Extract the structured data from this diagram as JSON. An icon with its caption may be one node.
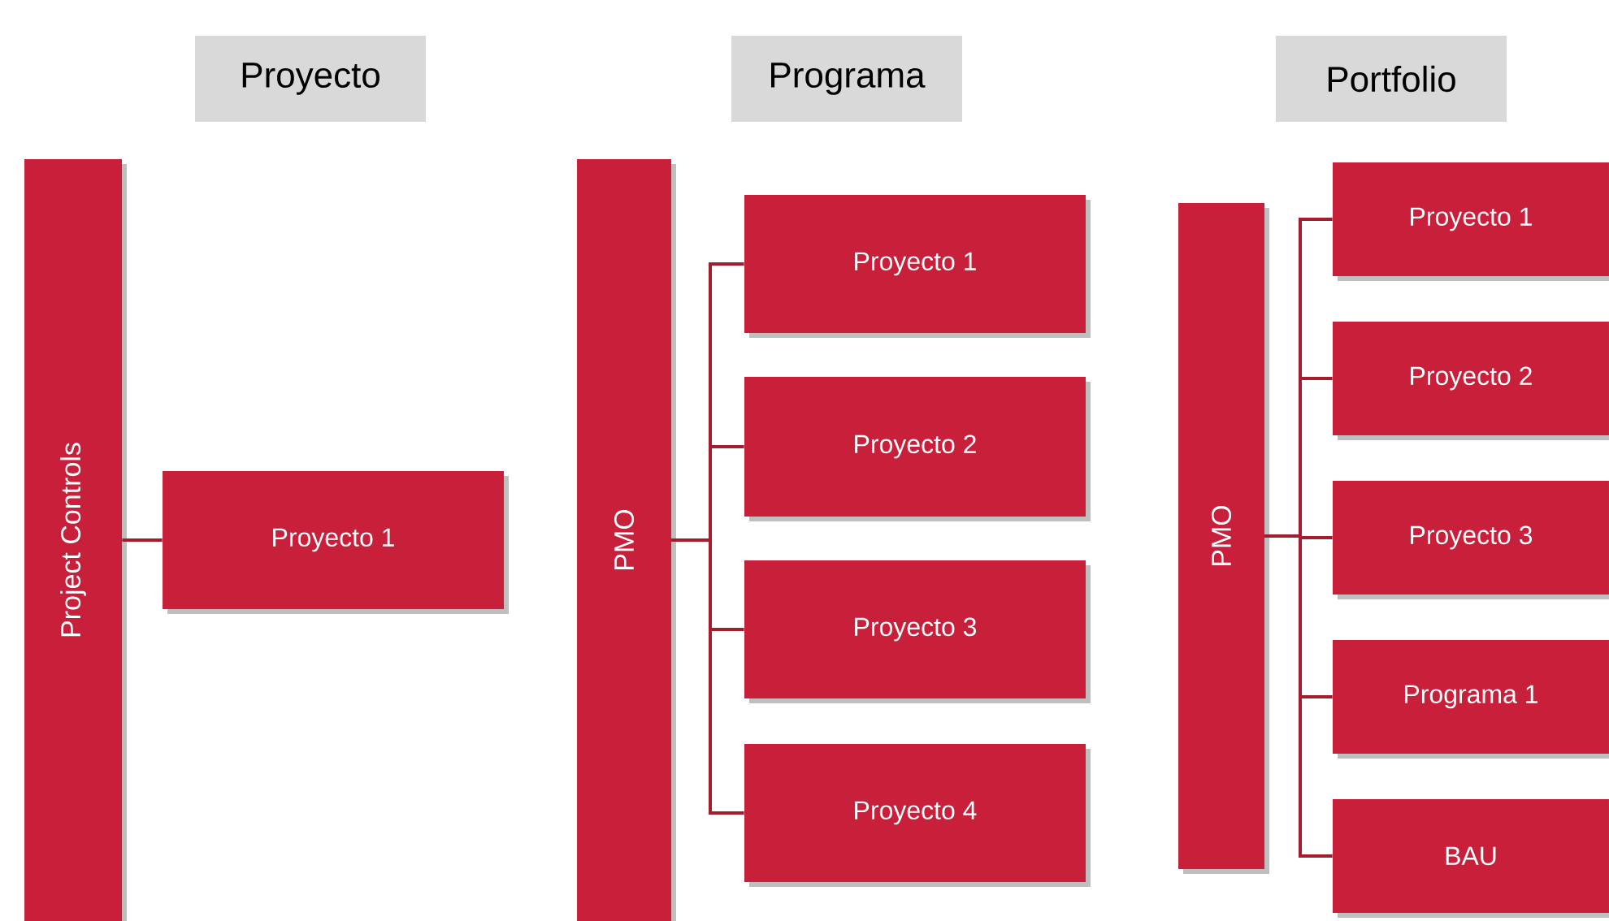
{
  "diagram": {
    "nodes": [
      {
        "text": [
          "Proyecto"
        ]
      },
      {
        "text": [
          "Programa"
        ]
      },
      {
        "text": [
          "Portfolio"
        ]
      },
      {
        "text": [
          "Project Controls"
        ]
      },
      {
        "text": [
          "Proyecto 1"
        ]
      },
      {
        "text": [
          "PMO"
        ]
      },
      {
        "text": [
          "Proyecto 1"
        ]
      },
      {
        "text": [
          "Proyecto 2"
        ]
      },
      {
        "text": [
          "Proyecto 3"
        ]
      },
      {
        "text": [
          "Proyecto 4"
        ]
      },
      {
        "text": [
          "PMO"
        ]
      },
      {
        "text": [
          "Proyecto 1"
        ]
      },
      {
        "text": [
          "Proyecto 2"
        ]
      },
      {
        "text": [
          "Proyecto 3"
        ]
      },
      {
        "text": [
          "Programa 1"
        ]
      },
      {
        "text": [
          "BAU"
        ]
      }
    ],
    "edges": [
      {
        "from": 3,
        "to": 4,
        "arrow": "none"
      },
      {
        "from": 5,
        "to": 6,
        "arrow": "none"
      },
      {
        "from": 5,
        "to": 7,
        "arrow": "none"
      },
      {
        "from": 5,
        "to": 8,
        "arrow": "none"
      },
      {
        "from": 5,
        "to": 9,
        "arrow": "none"
      },
      {
        "from": 10,
        "to": 11,
        "arrow": "none"
      },
      {
        "from": 10,
        "to": 12,
        "arrow": "none"
      },
      {
        "from": 10,
        "to": 13,
        "arrow": "none"
      },
      {
        "from": 10,
        "to": 14,
        "arrow": "none"
      },
      {
        "from": 10,
        "to": 15,
        "arrow": "none"
      }
    ]
  }
}
